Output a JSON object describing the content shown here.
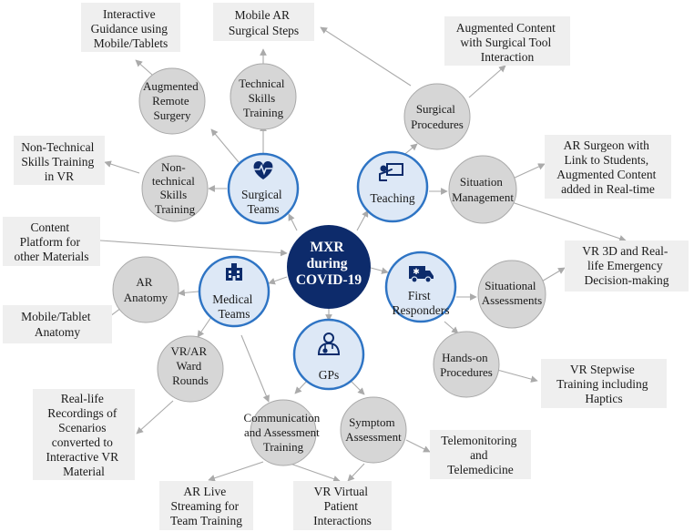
{
  "center": {
    "lines": [
      "MXR",
      "during",
      "COVID-19"
    ]
  },
  "hubs": {
    "surgical": {
      "lines": [
        "Surgical",
        "Teams"
      ],
      "icon": "heart-pulse-icon"
    },
    "teaching": {
      "lines": [
        "Teaching"
      ],
      "icon": "teacher-board-icon"
    },
    "medical": {
      "lines": [
        "Medical",
        "Teams"
      ],
      "icon": "hospital-icon"
    },
    "first": {
      "lines": [
        "First",
        "Responders"
      ],
      "icon": "ambulance-icon"
    },
    "gps": {
      "lines": [
        "GPs"
      ],
      "icon": "doctor-icon"
    }
  },
  "subnodes": {
    "augmented_remote": {
      "lines": [
        "Augmented",
        "Remote",
        "Surgery"
      ]
    },
    "technical_skills": {
      "lines": [
        "Technical",
        "Skills",
        "Training"
      ]
    },
    "nontechnical_skills": {
      "lines": [
        "Non-",
        "technical",
        "Skills",
        "Training"
      ]
    },
    "surgical_procedures": {
      "lines": [
        "Surgical",
        "Procedures"
      ]
    },
    "situation_management": {
      "lines": [
        "Situation",
        "Management"
      ]
    },
    "ar_anatomy": {
      "lines": [
        "AR",
        "Anatomy"
      ]
    },
    "vrar_ward": {
      "lines": [
        "VR/AR",
        "Ward",
        "Rounds"
      ]
    },
    "situational_assessments": {
      "lines": [
        "Situational",
        "Assessments"
      ]
    },
    "handson_procedures": {
      "lines": [
        "Hands-on",
        "Procedures"
      ]
    },
    "communication": {
      "lines": [
        "Communication",
        "and Assessment",
        "Training"
      ]
    },
    "symptom": {
      "lines": [
        "Symptom",
        "Assessment"
      ]
    }
  },
  "boxes": {
    "interactive_guidance": {
      "lines": [
        "Interactive",
        "Guidance using",
        "Mobile/Tablets"
      ]
    },
    "mobile_ar_steps": {
      "lines": [
        "Mobile AR",
        "Surgical Steps"
      ]
    },
    "augmented_content_tool": {
      "lines": [
        "Augmented Content",
        "with Surgical Tool",
        "Interaction"
      ]
    },
    "nontechnical_vr": {
      "lines": [
        "Non-Technical",
        "Skills Training",
        "in VR"
      ]
    },
    "ar_surgeon": {
      "lines": [
        "AR Surgeon with",
        "Link to Students,",
        "Augmented Content",
        "added in Real-time"
      ]
    },
    "content_platform": {
      "lines": [
        "Content",
        "Platform for",
        "other Materials"
      ]
    },
    "vr_3d_emergency": {
      "lines": [
        "VR 3D and Real-",
        "life Emergency",
        "Decision-making"
      ]
    },
    "mobile_tablet_anatomy": {
      "lines": [
        "Mobile/Tablet",
        "Anatomy"
      ]
    },
    "vr_stepwise": {
      "lines": [
        "VR Stepwise",
        "Training including",
        "Haptics"
      ]
    },
    "reallife_recordings": {
      "lines": [
        "Real-life",
        "Recordings of",
        "Scenarios",
        "converted to",
        "Interactive VR",
        "Material"
      ]
    },
    "telemonitoring": {
      "lines": [
        "Telemonitoring",
        "and",
        "Telemedicine"
      ]
    },
    "ar_live_streaming": {
      "lines": [
        "AR Live",
        "Streaming for",
        "Team Training"
      ]
    },
    "vr_virtual_patient": {
      "lines": [
        "VR Virtual",
        "Patient",
        "Interactions"
      ]
    }
  },
  "colors": {
    "center_fill": "#0d2b6b",
    "hub_fill": "#dde8f6",
    "hub_stroke": "#2e74c4",
    "icon_color": "#0d2b6b",
    "subnode_fill": "#d6d6d6",
    "subnode_stroke": "#a9a9a9",
    "box_fill": "#efefef",
    "arrow": "#aaaaaa"
  }
}
